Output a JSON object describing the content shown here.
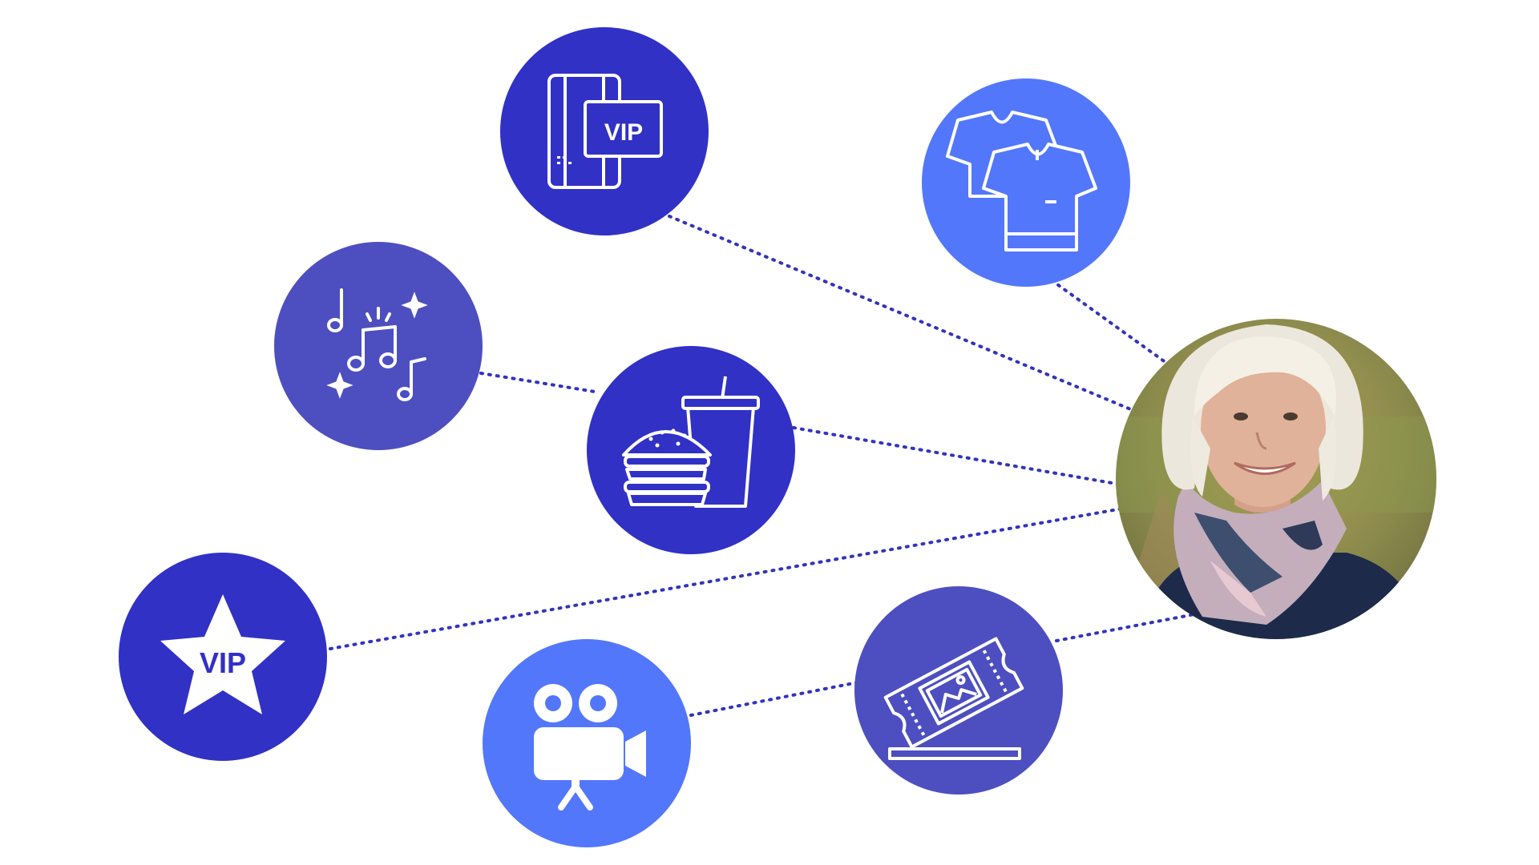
{
  "colors": {
    "background": "#ffffff",
    "dark_blue": "#3131c6",
    "mid_blue": "#4d4fc0",
    "light_blue": "#5377fb",
    "connector": "#3333bb",
    "icon_stroke": "#ffffff"
  },
  "nodes": [
    {
      "id": "vip-card",
      "icon": "vip-card-icon",
      "label": "VIP",
      "fill": "dark_blue"
    },
    {
      "id": "merch",
      "icon": "tshirt-icon",
      "fill": "light_blue"
    },
    {
      "id": "music",
      "icon": "music-notes-icon",
      "fill": "mid_blue"
    },
    {
      "id": "food",
      "icon": "burger-drink-icon",
      "fill": "dark_blue"
    },
    {
      "id": "vip-star",
      "icon": "vip-star-icon",
      "label": "VIP",
      "fill": "dark_blue"
    },
    {
      "id": "video",
      "icon": "video-camera-icon",
      "fill": "light_blue"
    },
    {
      "id": "ticket",
      "icon": "ticket-icon",
      "fill": "mid_blue"
    }
  ],
  "center": {
    "id": "customer",
    "icon": "customer-photo"
  }
}
